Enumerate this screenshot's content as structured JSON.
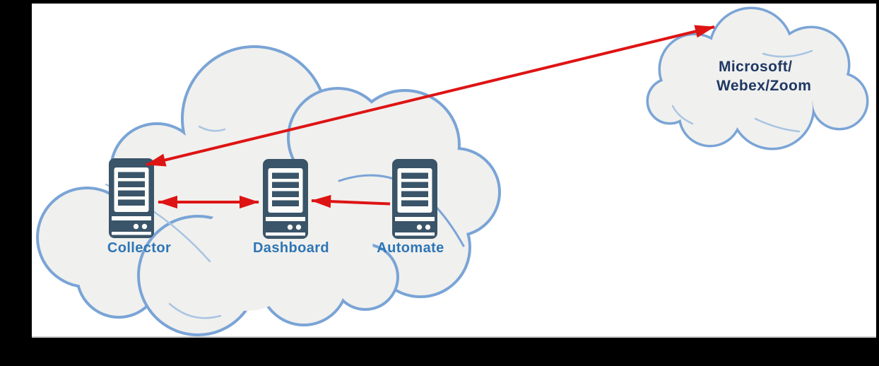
{
  "diagram": {
    "colors": {
      "frame_bg": "#000000",
      "slide_bg": "#FFFFFF",
      "slide_edge": "#C9C9C9",
      "cloud_fill": "#F0F0EE",
      "cloud_stroke": "#7AA4D6",
      "cloud_inner_arc": "#A9C4E2",
      "server_dark": "#3A5469",
      "server_panel": "#FBFBF9",
      "arrow_red": "#DE1414",
      "server_label_color": "#2E75B6",
      "external_label_color": "#1F3864"
    },
    "main_cloud": {
      "servers": [
        {
          "label": "Collector"
        },
        {
          "label": "Dashboard"
        },
        {
          "label": "Automate"
        }
      ]
    },
    "external_cloud": {
      "label_line1": "Microsoft/",
      "label_line2": "Webex/Zoom"
    },
    "connections": [
      {
        "from": "Collector",
        "to": "Microsoft/Webex/Zoom",
        "style": "bidirectional"
      },
      {
        "from": "Collector",
        "to": "Dashboard",
        "style": "bidirectional"
      },
      {
        "from": "Automate",
        "to": "Dashboard",
        "style": "one-way"
      }
    ]
  }
}
